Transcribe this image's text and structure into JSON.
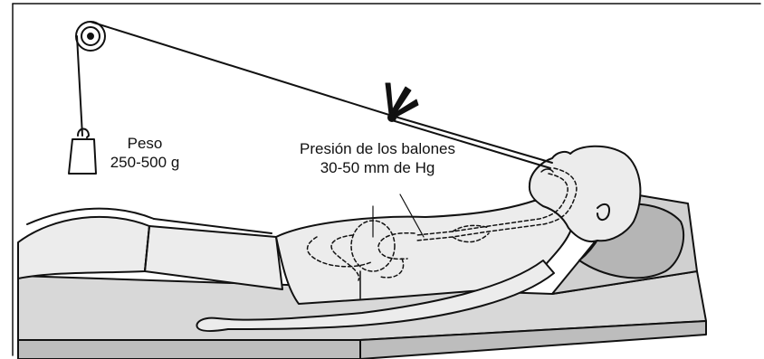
{
  "weight": {
    "title": "Peso",
    "range": "250-500 g"
  },
  "balloon_pressure": {
    "title": "Presión de los balones",
    "range": "30-50 mm de Hg"
  },
  "colors": {
    "line": "#111111",
    "table": "#cfcfcf",
    "pillow": "#b8b8b8",
    "skin": "#ececec",
    "background": "#ffffff"
  }
}
